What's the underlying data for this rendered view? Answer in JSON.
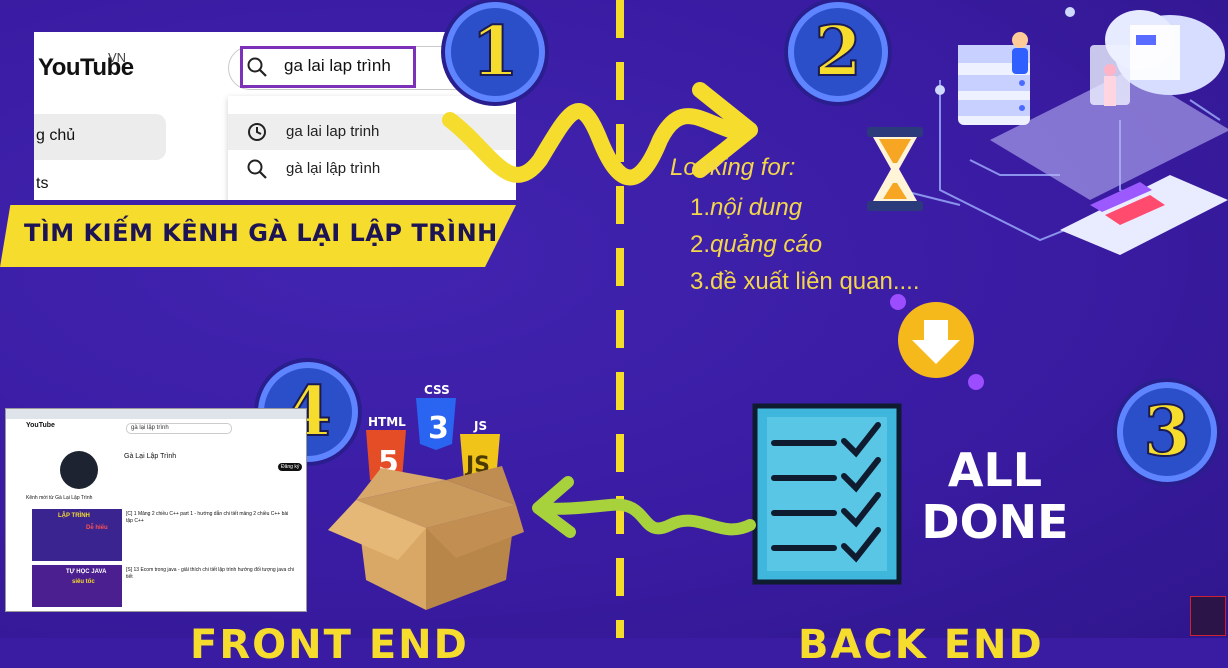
{
  "youtube": {
    "logo": "YouTube",
    "region": "VN",
    "search_value": "ga lai lap trình",
    "sidebar_home": "g chủ",
    "sidebar_shorts": "ts",
    "suggestions": [
      "ga lai lap trinh",
      "gà lại lập trình"
    ]
  },
  "banner": {
    "text": "TÌM KIẾM KÊNH GÀ LẠI LẬP TRÌNH"
  },
  "steps": [
    "1",
    "2",
    "3",
    "4"
  ],
  "looking": {
    "title": "Looking for:",
    "items": [
      {
        "num": "1.",
        "text": "nội dung"
      },
      {
        "num": "2.",
        "text": "quảng cáo"
      },
      {
        "num": "3.",
        "text": "đề xuất liên quan...."
      }
    ]
  },
  "all_done": {
    "line1": "ALL",
    "line2": "DONE"
  },
  "tech": {
    "html": "HTML",
    "css": "CSS",
    "js": "JS",
    "html_num": "5",
    "css_num": "3",
    "js_letters": "JS"
  },
  "labels": {
    "front": "FRONT END",
    "back": "BACK END"
  },
  "channel_page": {
    "search": "gà lại lập trình",
    "channel_name": "Gà Lại Lập Trình",
    "subscribe": "Đăng ký",
    "section": "Kênh mới từ Gà Lại Lập Trình",
    "video1_title": "[C] 1 Mảng 2 chiều C++ part 1 - hướng dẫn chi tiết mảng 2 chiều C++ bài tập C++",
    "video2_title": "[S] 13 Ecom trong java - giải thích chi tiết lập trình hướng đối tượng java chi tiết",
    "thumb1": "LẬP TRÌNH",
    "thumb1b": "Dễ hiểu",
    "thumb2": "TỰ HỌC JAVA",
    "thumb2b": "siêu tốc"
  },
  "colors": {
    "bg": "#3a1ca3",
    "yellow": "#f6dc2c",
    "green": "#a8d23c",
    "badge": "#2b4fc9"
  }
}
